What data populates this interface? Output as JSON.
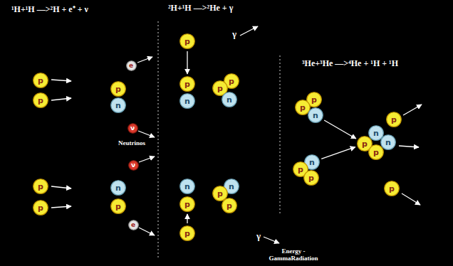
{
  "diagram": {
    "nodes": [
      {
        "text": [
          "p"
        ]
      },
      {
        "text": [
          "p"
        ]
      },
      {
        "text": [
          "e"
        ]
      },
      {
        "text": [
          "p"
        ]
      },
      {
        "text": [
          "n"
        ]
      },
      {
        "text": [
          "ν"
        ]
      },
      {
        "text": [
          "ν"
        ]
      },
      {
        "text": [
          "n"
        ]
      },
      {
        "text": [
          "p"
        ]
      },
      {
        "text": [
          "e"
        ]
      },
      {
        "text": [
          "p"
        ]
      },
      {
        "text": [
          "p"
        ]
      },
      {
        "text": [
          "p"
        ]
      },
      {
        "text": [
          "p"
        ]
      },
      {
        "text": [
          "n"
        ]
      },
      {
        "text": [
          "p"
        ]
      },
      {
        "text": [
          "p"
        ]
      },
      {
        "text": [
          "n"
        ]
      },
      {
        "text": [
          "n"
        ]
      },
      {
        "text": [
          "p"
        ]
      },
      {
        "text": [
          "n"
        ]
      },
      {
        "text": [
          "p"
        ]
      },
      {
        "text": [
          "p"
        ]
      },
      {
        "text": [
          "p"
        ]
      },
      {
        "text": [
          "p"
        ]
      },
      {
        "text": [
          "p"
        ]
      },
      {
        "text": [
          "n"
        ]
      },
      {
        "text": [
          "n"
        ]
      },
      {
        "text": [
          "p"
        ]
      },
      {
        "text": [
          "p"
        ]
      },
      {
        "text": [
          "p"
        ]
      },
      {
        "text": [
          "n"
        ]
      },
      {
        "text": [
          "p"
        ]
      },
      {
        "text": [
          "n"
        ]
      },
      {
        "text": [
          "p"
        ]
      },
      {
        "text": [
          "p"
        ]
      }
    ],
    "edges": [
      {
        "from": 12,
        "to": 13,
        "arrow": "to"
      },
      {
        "from": 23,
        "to": 19,
        "arrow": "to"
      },
      {
        "from": 26,
        "to": 32,
        "arrow": "to"
      },
      {
        "from": 27,
        "to": 32,
        "arrow": "to"
      }
    ],
    "labels": [
      "¹H+¹H —>²H + e⁺ + ν",
      "Neutrinos",
      "²H+¹H —>²He + γ",
      "γ",
      "γ",
      "Energy - GammaRadiation",
      "³He+³He —>⁴He + ¹H + ¹H"
    ]
  }
}
